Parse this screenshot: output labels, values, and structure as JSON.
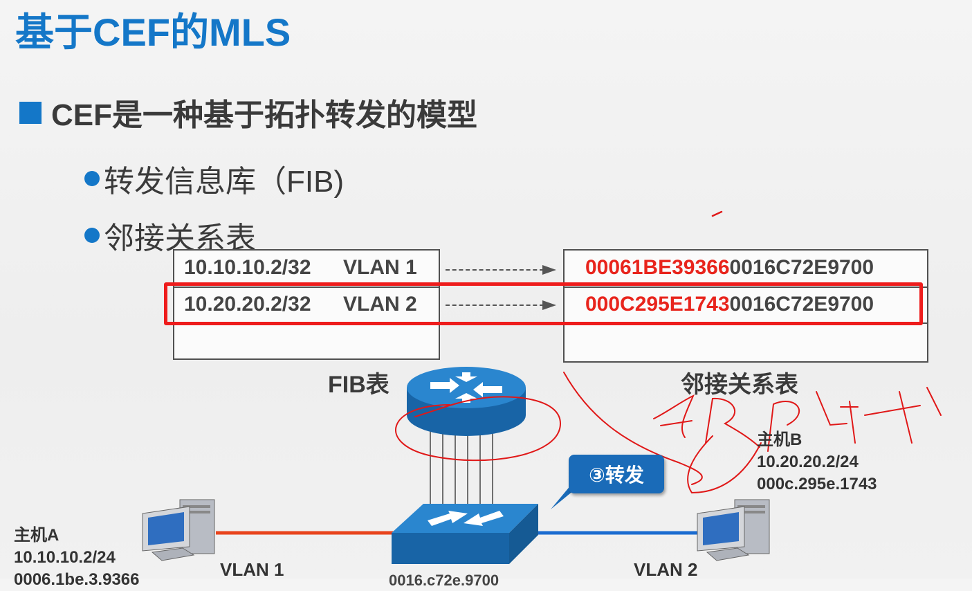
{
  "slide": {
    "title": "基于CEF的MLS",
    "bullet_main": "CEF是一种基于拓扑转发的模型",
    "sub_bullets": [
      "转发信息库（FIB)",
      "邻接关系表"
    ]
  },
  "fib_table": {
    "caption": "FIB表",
    "rows": [
      {
        "prefix": "10.10.10.2/32",
        "vlan": "VLAN 1"
      },
      {
        "prefix": "10.20.20.2/32",
        "vlan": "VLAN 2"
      }
    ]
  },
  "adjacency_table": {
    "caption": "邻接关系表",
    "rows": [
      {
        "dst_mac": "00061BE39366",
        "src_mac": "0016C72E9700"
      },
      {
        "dst_mac": "000C295E1743",
        "src_mac": "0016C72E9700"
      }
    ]
  },
  "callout": {
    "label": "③转发"
  },
  "host_a": {
    "name": "主机A",
    "ip": "10.10.10.2/24",
    "mac_partial": "0006.1be.3.9366"
  },
  "host_b": {
    "name": "主机B",
    "ip": "10.20.20.2/24",
    "mac": "000c.295e.1743"
  },
  "links": {
    "left_vlan": "VLAN 1",
    "right_vlan": "VLAN 2"
  },
  "switch_caption_partial": "0016.c72e.9700",
  "colors": {
    "title_blue": "#1477c8",
    "highlight_red": "#e8241c",
    "vlan1_link": "#e8431c",
    "vlan2_link": "#1a6bd0",
    "device_blue": "#1a73b8"
  },
  "icons": [
    "router-icon",
    "switch-icon",
    "pc-icon"
  ]
}
